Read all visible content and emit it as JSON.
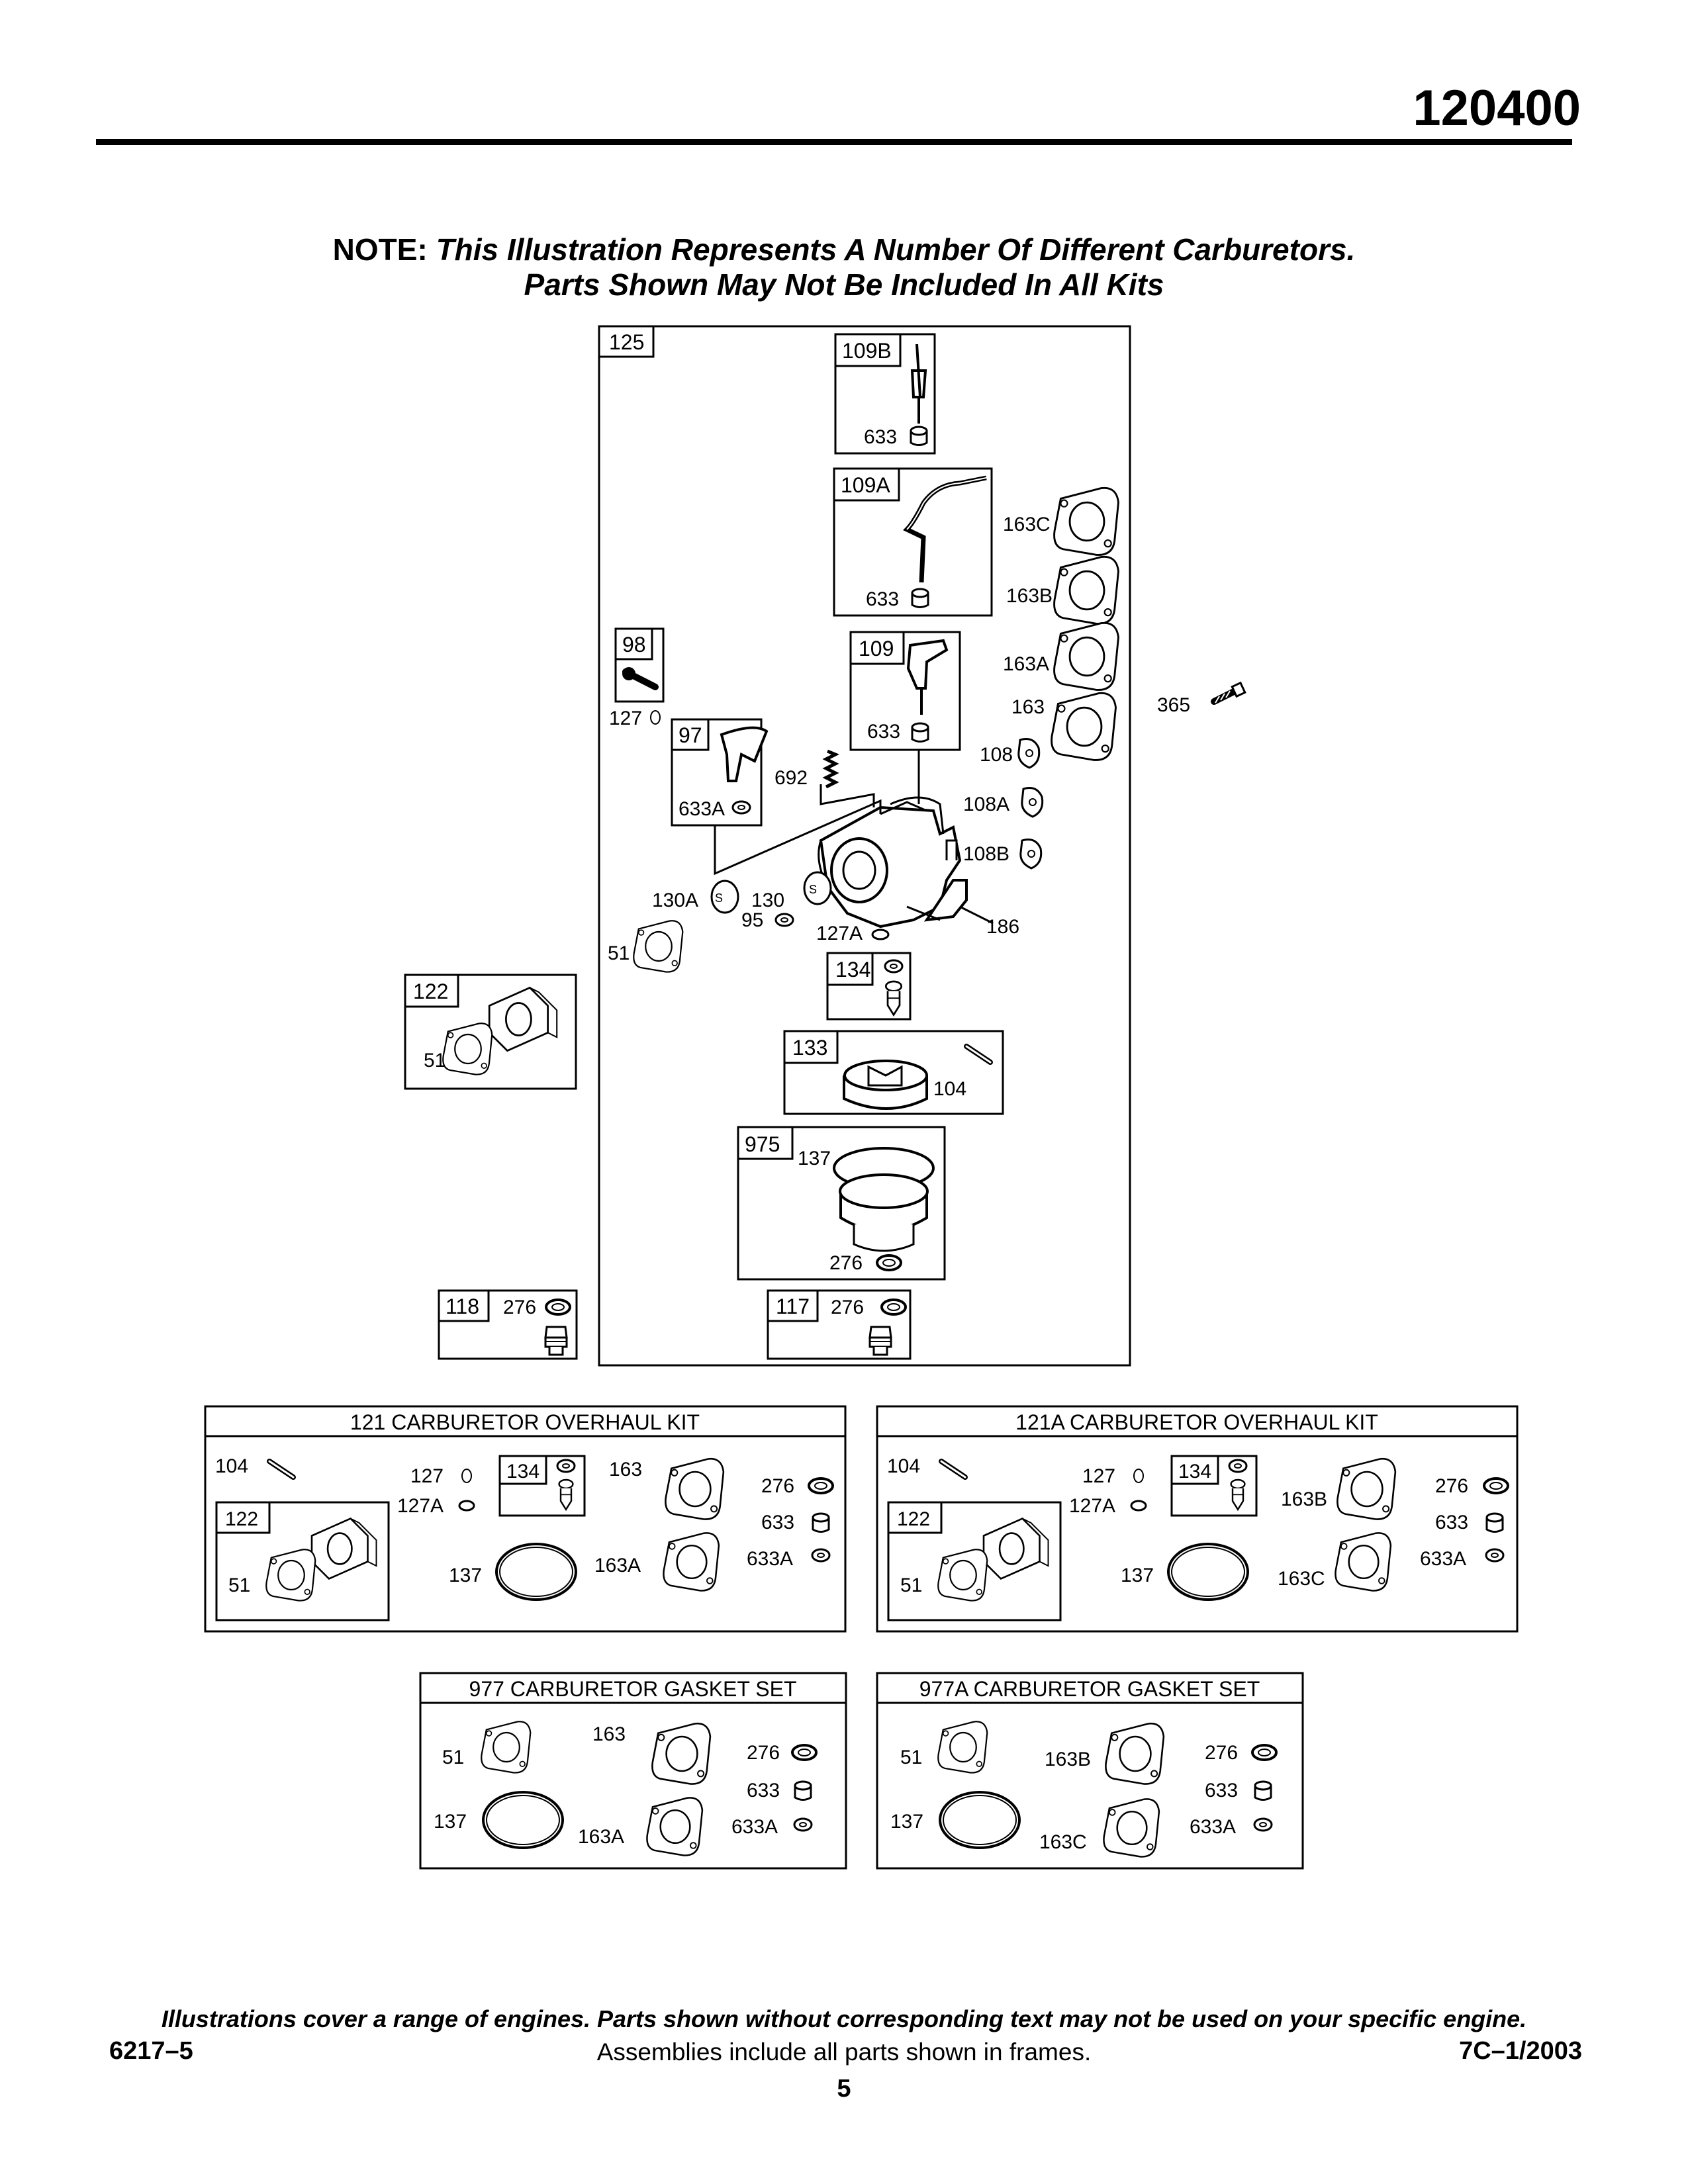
{
  "document": {
    "number": "120400",
    "note_lead": "NOTE:",
    "note_text": "This Illustration Represents A Number Of Different Carburetors.",
    "note_line2": "Parts Shown May Not Be Included In All Kits"
  },
  "diagram": {
    "main_frame_label": "125",
    "frames": [
      {
        "label": "109B",
        "parts": [
          "633"
        ]
      },
      {
        "label": "109A",
        "parts": [
          "633"
        ]
      },
      {
        "label": "109",
        "parts": [
          "633"
        ]
      },
      {
        "label": "98",
        "parts": []
      },
      {
        "label": "97",
        "parts": [
          "633A"
        ]
      },
      {
        "label": "134",
        "parts": []
      },
      {
        "label": "133",
        "parts": [
          "104"
        ]
      },
      {
        "label": "975",
        "parts": [
          "137",
          "276"
        ]
      },
      {
        "label": "122",
        "parts": [
          "51"
        ]
      },
      {
        "label": "118",
        "parts": [
          "276"
        ]
      },
      {
        "label": "117",
        "parts": [
          "276"
        ]
      }
    ],
    "loose_callouts": [
      "163C",
      "163B",
      "163A",
      "163",
      "365",
      "108",
      "108A",
      "108B",
      "186",
      "692",
      "127",
      "130A",
      "130",
      "95",
      "127A",
      "51"
    ]
  },
  "kits": [
    {
      "title": "121 CARBURETOR OVERHAUL KIT",
      "parts": [
        "104",
        "127",
        "127A",
        "134",
        "163",
        "276",
        "633",
        "633A",
        "122",
        "51",
        "137",
        "163A"
      ]
    },
    {
      "title": "121A CARBURETOR OVERHAUL KIT",
      "parts": [
        "104",
        "127",
        "127A",
        "134",
        "163B",
        "276",
        "633",
        "633A",
        "122",
        "51",
        "137",
        "163C"
      ]
    },
    {
      "title": "977 CARBURETOR GASKET SET",
      "parts": [
        "51",
        "163",
        "276",
        "633",
        "137",
        "163A",
        "633A"
      ]
    },
    {
      "title": "977A CARBURETOR GASKET SET",
      "parts": [
        "51",
        "163B",
        "276",
        "633",
        "137",
        "163C",
        "633A"
      ]
    }
  ],
  "footer": {
    "disclaimer": "Illustrations cover a range of engines. Parts shown without corresponding text may not be used on your specific engine.",
    "code_left": "6217–5",
    "assemblies_note": "Assemblies include all parts shown in frames.",
    "code_right": "7C–1/2003",
    "page": "5"
  }
}
